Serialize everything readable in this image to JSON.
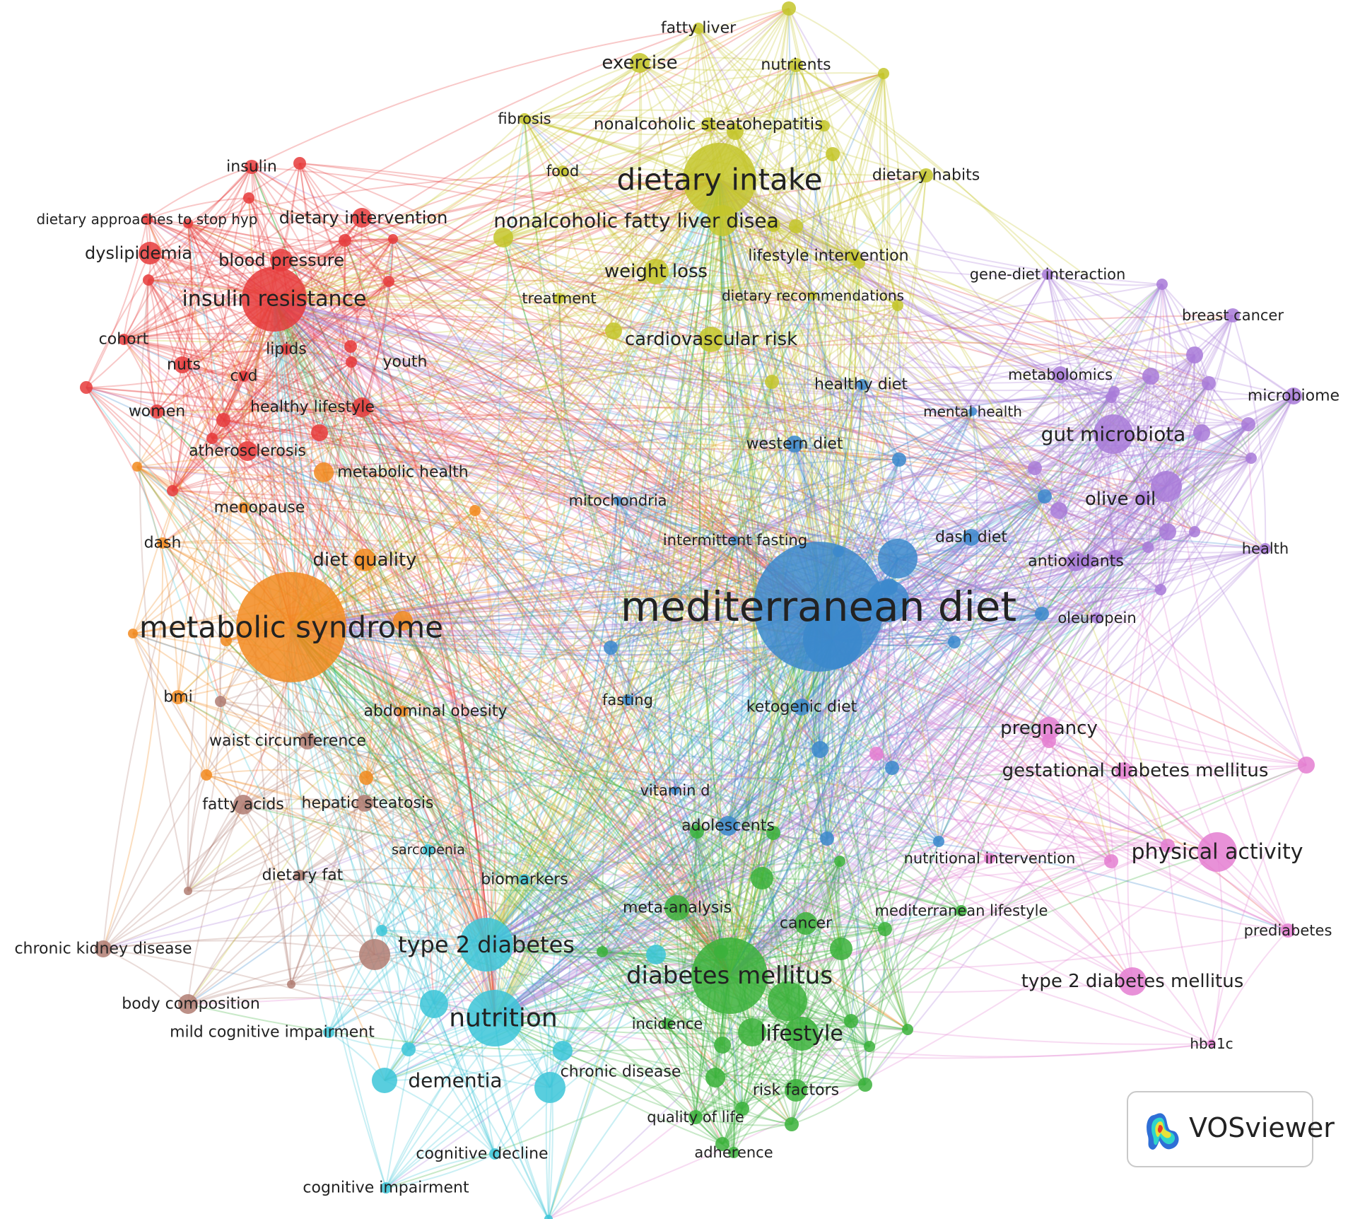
{
  "app": {
    "logo_label": "VOSviewer"
  },
  "clusters": {
    "red": "#e63b3b",
    "orange": "#f28a1e",
    "yellow": "#c4c62a",
    "blue": "#3b88cc",
    "purple": "#a87ad8",
    "green": "#3bb13b",
    "cyan": "#3cc5d8",
    "brown": "#b07c72",
    "pink": "#e47ed1"
  },
  "nodes": [
    {
      "id": "mediterranean diet",
      "label": "mediterranean diet",
      "cluster": "blue"
    },
    {
      "id": "metabolic syndrome",
      "label": "metabolic syndrome",
      "cluster": "orange"
    },
    {
      "id": "dietary intake",
      "label": "dietary intake",
      "cluster": "yellow"
    },
    {
      "id": "insulin resistance",
      "label": "insulin resistance",
      "cluster": "red"
    },
    {
      "id": "diabetes mellitus",
      "label": "diabetes mellitus",
      "cluster": "green"
    },
    {
      "id": "type 2 diabetes",
      "label": "type 2 diabetes",
      "cluster": "cyan"
    },
    {
      "id": "nutrition",
      "label": "nutrition",
      "cluster": "cyan"
    },
    {
      "id": "gut microbiota",
      "label": "gut microbiota",
      "cluster": "purple"
    },
    {
      "id": "physical activity",
      "label": "physical activity",
      "cluster": "pink"
    },
    {
      "id": "olive oil",
      "label": "olive oil",
      "cluster": "purple"
    },
    {
      "id": "nonalcoholic fatty liver disea",
      "label": "nonalcoholic fatty liver disea",
      "cluster": "yellow"
    },
    {
      "id": "exercise",
      "label": "exercise",
      "cluster": "yellow"
    },
    {
      "id": "weight loss",
      "label": "weight loss",
      "cluster": "yellow"
    },
    {
      "id": "cardiovascular risk",
      "label": "cardiovascular risk",
      "cluster": "yellow"
    },
    {
      "id": "dementia",
      "label": "dementia",
      "cluster": "cyan"
    },
    {
      "id": "lifestyle",
      "label": "lifestyle",
      "cluster": "green"
    },
    {
      "id": "type 2 diabetes mellitus",
      "label": "type 2 diabetes mellitus",
      "cluster": "pink"
    },
    {
      "id": "pregnancy",
      "label": "pregnancy",
      "cluster": "pink"
    },
    {
      "id": "gestational diabetes mellitus",
      "label": "gestational diabetes mellitus",
      "cluster": "pink"
    },
    {
      "id": "blood pressure",
      "label": "blood pressure",
      "cluster": "red"
    },
    {
      "id": "dyslipidemia",
      "label": "dyslipidemia",
      "cluster": "red"
    },
    {
      "id": "dietary intervention",
      "label": "dietary intervention",
      "cluster": "red"
    },
    {
      "id": "insulin",
      "label": "insulin",
      "cluster": "red"
    },
    {
      "id": "dietary approaches to stop hyp",
      "label": "dietary approaches to stop hyp",
      "cluster": "red"
    },
    {
      "id": "cohort",
      "label": "cohort",
      "cluster": "red"
    },
    {
      "id": "nuts",
      "label": "nuts",
      "cluster": "red"
    },
    {
      "id": "lipids",
      "label": "lipids",
      "cluster": "red"
    },
    {
      "id": "cvd",
      "label": "cvd",
      "cluster": "red"
    },
    {
      "id": "youth",
      "label": "youth",
      "cluster": "red"
    },
    {
      "id": "women",
      "label": "women",
      "cluster": "red"
    },
    {
      "id": "healthy lifestyle",
      "label": "healthy lifestyle",
      "cluster": "red"
    },
    {
      "id": "atherosclerosis",
      "label": "atherosclerosis",
      "cluster": "red"
    },
    {
      "id": "metabolic health",
      "label": "metabolic health",
      "cluster": "orange"
    },
    {
      "id": "menopause",
      "label": "menopause",
      "cluster": "orange"
    },
    {
      "id": "dash",
      "label": "dash",
      "cluster": "orange"
    },
    {
      "id": "diet quality",
      "label": "diet quality",
      "cluster": "orange"
    },
    {
      "id": "bmi",
      "label": "bmi",
      "cluster": "orange"
    },
    {
      "id": "abdominal obesity",
      "label": "abdominal obesity",
      "cluster": "orange"
    },
    {
      "id": "waist circumference",
      "label": "waist circumference",
      "cluster": "brown"
    },
    {
      "id": "fatty acids",
      "label": "fatty acids",
      "cluster": "brown"
    },
    {
      "id": "hepatic steatosis",
      "label": "hepatic steatosis",
      "cluster": "brown"
    },
    {
      "id": "dietary fat",
      "label": "dietary fat",
      "cluster": "brown"
    },
    {
      "id": "chronic kidney disease",
      "label": "chronic kidney disease",
      "cluster": "brown"
    },
    {
      "id": "body composition",
      "label": "body composition",
      "cluster": "brown"
    },
    {
      "id": "sarcopenia",
      "label": "sarcopenia",
      "cluster": "cyan"
    },
    {
      "id": "biomarkers",
      "label": "biomarkers",
      "cluster": "cyan"
    },
    {
      "id": "mild cognitive impairment",
      "label": "mild cognitive impairment",
      "cluster": "cyan"
    },
    {
      "id": "cognitive decline",
      "label": "cognitive decline",
      "cluster": "cyan"
    },
    {
      "id": "cognitive impairment",
      "label": "cognitive impairment",
      "cluster": "cyan"
    },
    {
      "id": "chronic disease",
      "label": "chronic disease",
      "cluster": "cyan"
    },
    {
      "id": "fatty liver",
      "label": "fatty liver",
      "cluster": "yellow"
    },
    {
      "id": "nutrients",
      "label": "nutrients",
      "cluster": "yellow"
    },
    {
      "id": "fibrosis",
      "label": "fibrosis",
      "cluster": "yellow"
    },
    {
      "id": "nonalcoholic steatohepatitis",
      "label": "nonalcoholic steatohepatitis",
      "cluster": "yellow"
    },
    {
      "id": "food",
      "label": "food",
      "cluster": "yellow"
    },
    {
      "id": "dietary habits",
      "label": "dietary habits",
      "cluster": "yellow"
    },
    {
      "id": "lifestyle intervention",
      "label": "lifestyle intervention",
      "cluster": "yellow"
    },
    {
      "id": "treatment",
      "label": "treatment",
      "cluster": "yellow"
    },
    {
      "id": "dietary recommendations",
      "label": "dietary recommendations",
      "cluster": "yellow"
    },
    {
      "id": "healthy diet",
      "label": "healthy diet",
      "cluster": "blue"
    },
    {
      "id": "mental health",
      "label": "mental health",
      "cluster": "blue"
    },
    {
      "id": "western diet",
      "label": "western diet",
      "cluster": "blue"
    },
    {
      "id": "mitochondria",
      "label": "mitochondria",
      "cluster": "blue"
    },
    {
      "id": "intermittent fasting",
      "label": "intermittent fasting",
      "cluster": "blue"
    },
    {
      "id": "dash diet",
      "label": "dash diet",
      "cluster": "blue"
    },
    {
      "id": "fasting",
      "label": "fasting",
      "cluster": "blue"
    },
    {
      "id": "ketogenic diet",
      "label": "ketogenic diet",
      "cluster": "blue"
    },
    {
      "id": "vitamin d",
      "label": "vitamin d",
      "cluster": "blue"
    },
    {
      "id": "adolescents",
      "label": "adolescents",
      "cluster": "blue"
    },
    {
      "id": "gene-diet interaction",
      "label": "gene-diet interaction",
      "cluster": "purple"
    },
    {
      "id": "breast cancer",
      "label": "breast cancer",
      "cluster": "purple"
    },
    {
      "id": "metabolomics",
      "label": "metabolomics",
      "cluster": "purple"
    },
    {
      "id": "microbiome",
      "label": "microbiome",
      "cluster": "purple"
    },
    {
      "id": "antioxidants",
      "label": "antioxidants",
      "cluster": "purple"
    },
    {
      "id": "health",
      "label": "health",
      "cluster": "purple"
    },
    {
      "id": "oleuropein",
      "label": "oleuropein",
      "cluster": "purple"
    },
    {
      "id": "nutritional intervention",
      "label": "nutritional intervention",
      "cluster": "pink"
    },
    {
      "id": "prediabetes",
      "label": "prediabetes",
      "cluster": "pink"
    },
    {
      "id": "hba1c",
      "label": "hba1c",
      "cluster": "pink"
    },
    {
      "id": "meta-analysis",
      "label": "meta-analysis",
      "cluster": "green"
    },
    {
      "id": "cancer",
      "label": "cancer",
      "cluster": "green"
    },
    {
      "id": "mediterranean lifestyle",
      "label": "mediterranean lifestyle",
      "cluster": "green"
    },
    {
      "id": "incidence",
      "label": "incidence",
      "cluster": "green"
    },
    {
      "id": "risk factors",
      "label": "risk factors",
      "cluster": "green"
    },
    {
      "id": "quality of life",
      "label": "quality of life",
      "cluster": "green"
    },
    {
      "id": "adherence",
      "label": "adherence",
      "cluster": "green"
    }
  ]
}
